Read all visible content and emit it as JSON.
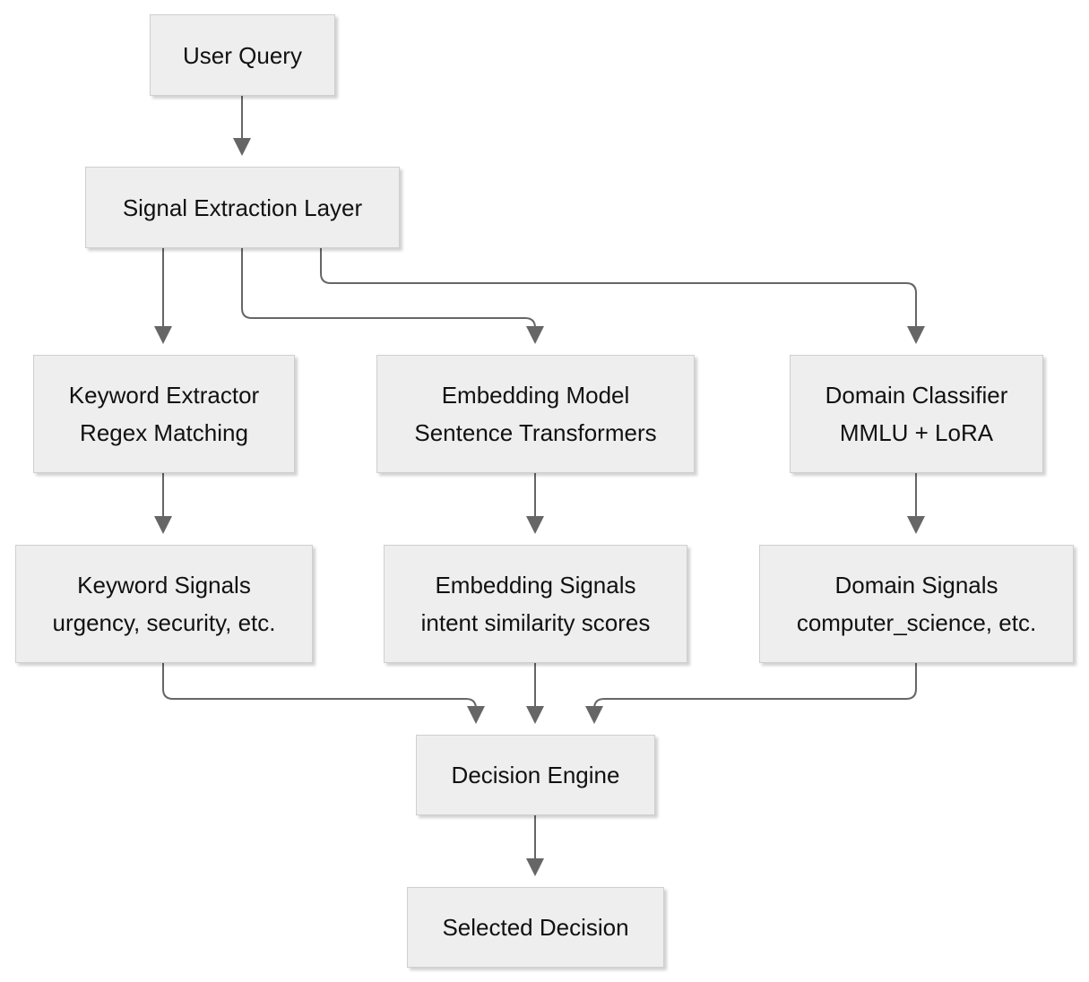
{
  "nodes": {
    "user_query": {
      "lines": [
        "User Query"
      ]
    },
    "signal_extraction": {
      "lines": [
        "Signal Extraction Layer"
      ]
    },
    "keyword_extractor": {
      "lines": [
        "Keyword Extractor",
        "Regex Matching"
      ]
    },
    "embedding_model": {
      "lines": [
        "Embedding Model",
        "Sentence Transformers"
      ]
    },
    "domain_classifier": {
      "lines": [
        "Domain Classifier",
        "MMLU + LoRA"
      ]
    },
    "keyword_signals": {
      "lines": [
        "Keyword Signals",
        "urgency, security, etc."
      ]
    },
    "embedding_signals": {
      "lines": [
        "Embedding Signals",
        "intent similarity scores"
      ]
    },
    "domain_signals": {
      "lines": [
        "Domain Signals",
        "computer_science, etc."
      ]
    },
    "decision_engine": {
      "lines": [
        "Decision Engine"
      ]
    },
    "selected_decision": {
      "lines": [
        "Selected Decision"
      ]
    }
  },
  "colors": {
    "node_fill": "#eeeeee",
    "node_border": "#cfcfcf",
    "edge": "#666666",
    "text": "#111111"
  }
}
